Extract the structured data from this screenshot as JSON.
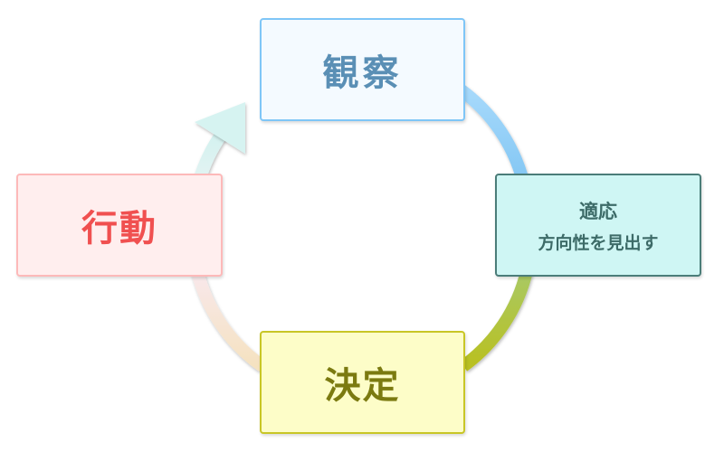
{
  "nodes": {
    "observe": {
      "label": "観察"
    },
    "orient": {
      "label": "適応",
      "sublabel": "方向性を見出す"
    },
    "decide": {
      "label": "決定"
    },
    "act": {
      "label": "行動"
    }
  },
  "colors": {
    "observe": "#7fc6f7",
    "orient": "#4b7d79",
    "decide": "#c8c626",
    "act": "#fdb9b9",
    "arrow": "#d6f3f1"
  }
}
